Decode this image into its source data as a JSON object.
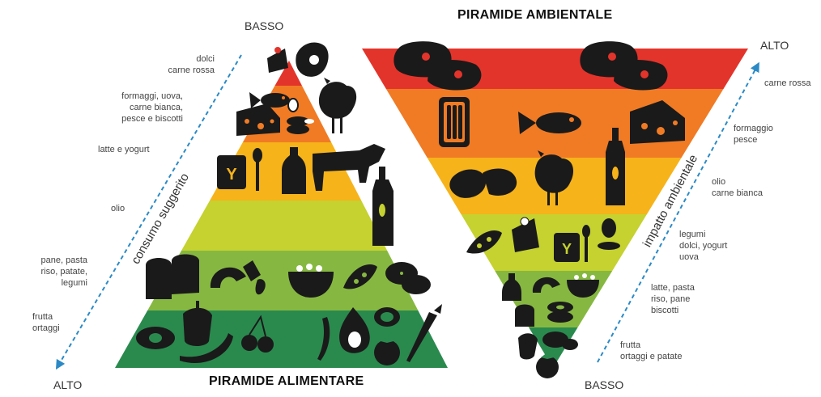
{
  "food_pyramid": {
    "title": "PIRAMIDE ALIMENTARE",
    "top_label": "BASSO",
    "bottom_label": "ALTO",
    "axis_label": "consumo suggerito",
    "levels": [
      {
        "label": "dolci\ncarne rossa",
        "color": "#e3342b"
      },
      {
        "label": "formaggi, uova,\ncarne bianca,\npesce e biscotti",
        "color": "#f07b24"
      },
      {
        "label": "latte e yogurt",
        "color": "#f6b31a"
      },
      {
        "label": "olio",
        "color": "#c5d22f"
      },
      {
        "label": "pane, pasta\nriso, patate,\nlegumi",
        "color": "#86b841"
      },
      {
        "label": "frutta\nortaggi",
        "color": "#2a8a4e"
      }
    ]
  },
  "environmental_pyramid": {
    "title": "PIRAMIDE AMBIENTALE",
    "top_label": "ALTO",
    "bottom_label": "BASSO",
    "axis_label": "impatto ambientale",
    "levels": [
      {
        "label": "carne rossa",
        "color": "#e3342b"
      },
      {
        "label": "formaggio\npesce",
        "color": "#f07b24"
      },
      {
        "label": "olio\ncarne bianca",
        "color": "#f6b31a"
      },
      {
        "label": "legumi\ndolci, yogurt\nuova",
        "color": "#c5d22f"
      },
      {
        "label": "latte, pasta\nriso, pane\nbiscotti",
        "color": "#86b841"
      },
      {
        "label": "frutta\nortaggi e patate",
        "color": "#2a8a4e"
      }
    ]
  },
  "icons": {
    "food": [
      "cake-icon",
      "meat-icon",
      "fish-icon",
      "egg-icon",
      "chicken-icon",
      "cheese-icon",
      "biscuits-icon",
      "yogurt-icon",
      "spoon-icon",
      "milk-bottle-icon",
      "cow-icon",
      "oil-bottle-icon",
      "bread-icon",
      "pasta-icon",
      "rice-bowl-icon",
      "peapod-icon",
      "potato-icon",
      "avocado-icon",
      "pepper-icon",
      "eggplant-icon",
      "cherry-icon",
      "chili-icon",
      "onion-icon",
      "tomato-icon",
      "carrot-icon"
    ],
    "environment": [
      "steak-icon",
      "sardine-can-icon",
      "fish-icon",
      "cheese-icon",
      "chicken-icon",
      "oil-bottle-icon",
      "peapod-icon",
      "cake-icon",
      "yogurt-icon",
      "spoon-icon",
      "egg-icon",
      "milk-bottle-icon",
      "pasta-icon",
      "rice-bowl-icon",
      "bread-icon",
      "biscuits-icon",
      "pepper-icon",
      "potato-icon",
      "tomato-icon"
    ]
  }
}
